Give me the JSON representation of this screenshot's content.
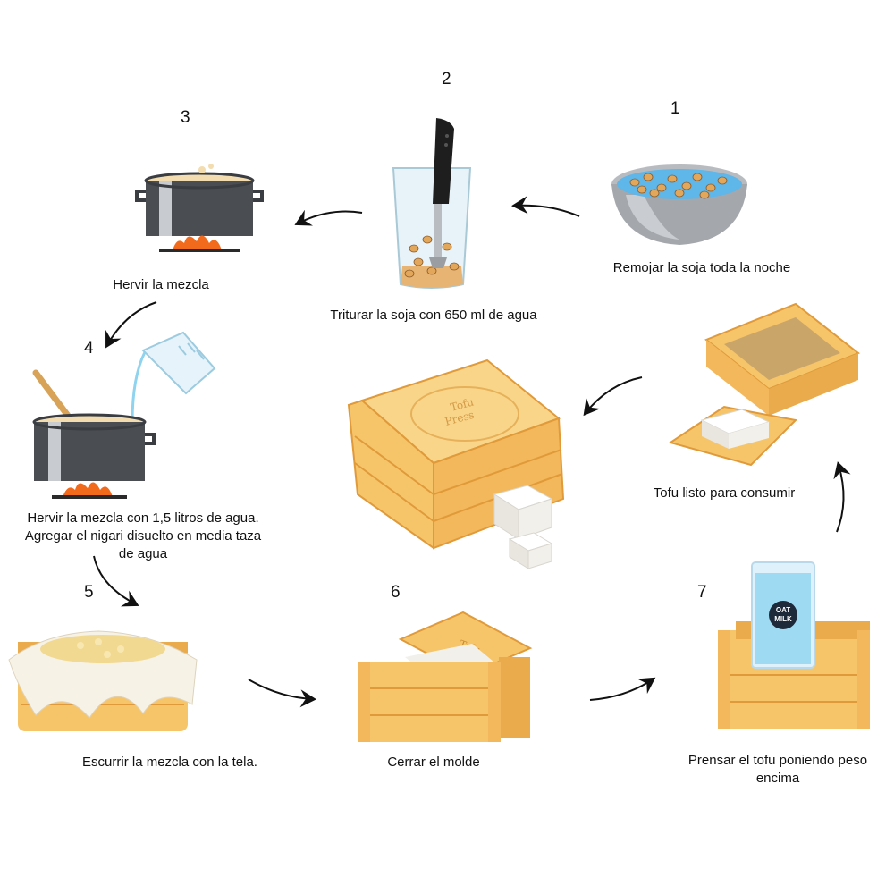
{
  "steps": [
    {
      "number": "1",
      "caption": "Remojar la soja toda la noche"
    },
    {
      "number": "2",
      "caption": "Triturar la soja con 650 ml de agua"
    },
    {
      "number": "3",
      "caption": "Hervir la mezcla"
    },
    {
      "number": "4",
      "caption_lines": [
        "Hervir la mezcla con 1,5 litros de agua.",
        "Agregar el nigari disuelto en media taza",
        "de agua"
      ]
    },
    {
      "number": "5",
      "caption": "Escurrir la mezcla con la tela."
    },
    {
      "number": "6",
      "caption": "Cerrar el molde"
    },
    {
      "number": "7",
      "caption_lines": [
        "Prensar el tofu poniendo peso",
        "encima"
      ]
    }
  ],
  "final": {
    "caption": "Tofu listo para consumir"
  },
  "labels": {
    "tofu_press_line1": "Tofu",
    "tofu_press_line2": "Press",
    "milk_line1": "OAT",
    "milk_line2": "MILK"
  },
  "colors": {
    "wood": "#f6c56a",
    "wood_dark": "#e09a3a",
    "pot": "#4a4d52",
    "flame": "#f26b1d",
    "water": "#8fd3ef",
    "soy": "#e2a75b",
    "tofu": "#f2f0ea"
  }
}
